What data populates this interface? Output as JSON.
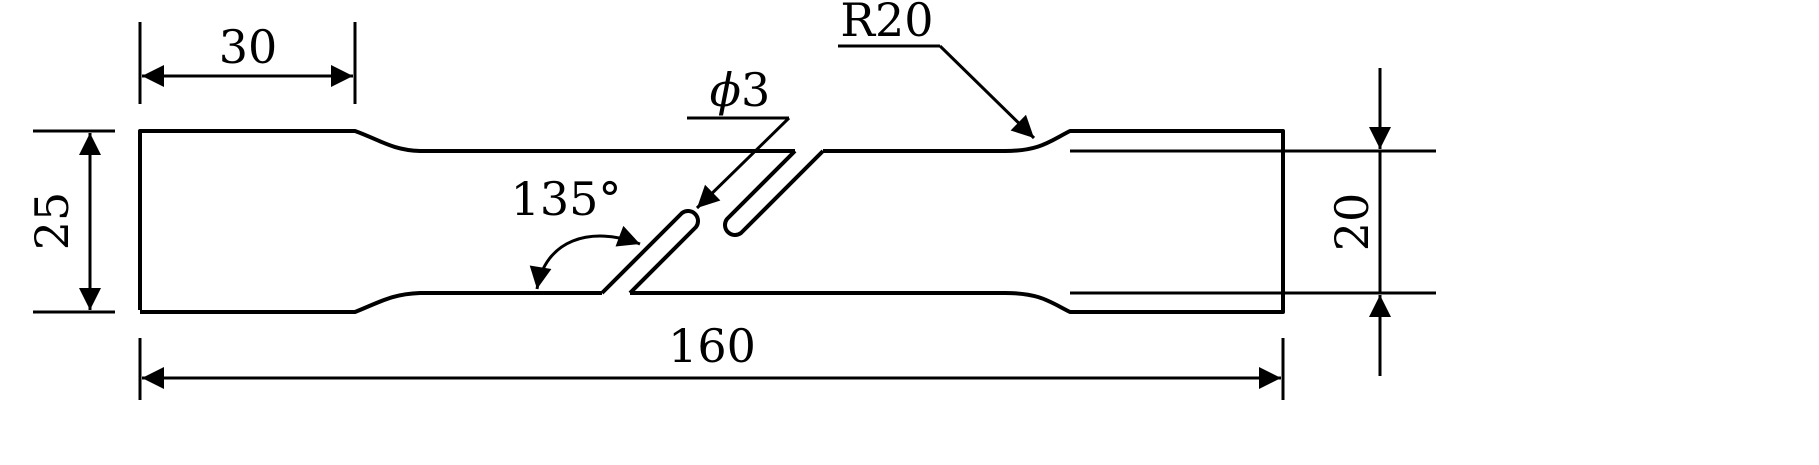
{
  "dimensions": {
    "top_width": "30",
    "total_length": "160",
    "grip_height": "25",
    "gauge_width": "20",
    "fillet_radius": "R20",
    "hole_symbol": "ϕ",
    "hole_value": "3",
    "angle": "135°"
  },
  "colors": {
    "line": "#000000",
    "background": "#ffffff"
  }
}
